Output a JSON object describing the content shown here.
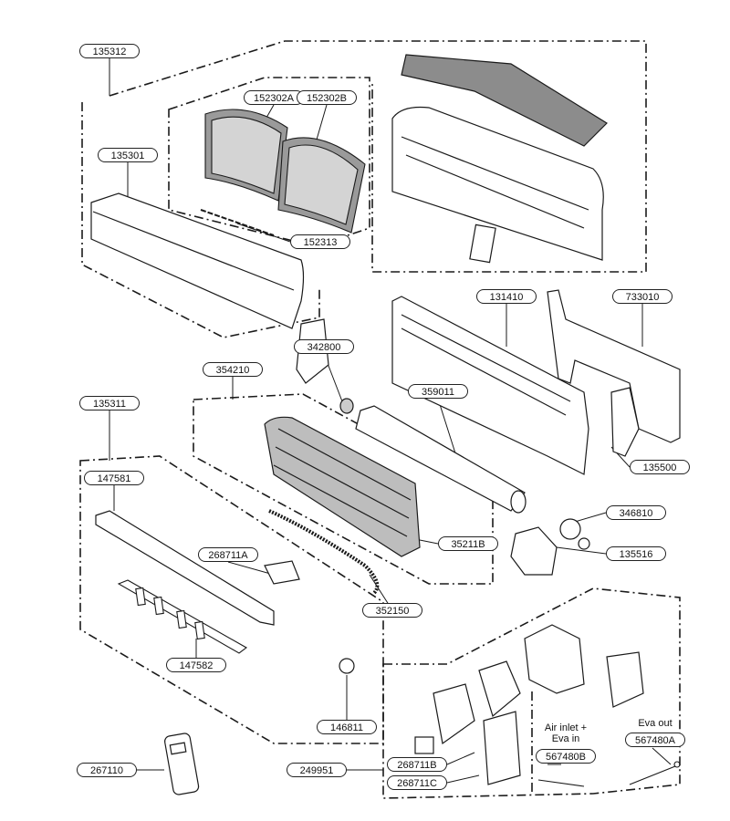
{
  "parts": {
    "p135312": "135312",
    "p152302A": "152302A",
    "p152302B": "152302B",
    "p135301": "135301",
    "p152313": "152313",
    "p131410": "131410",
    "p733010": "733010",
    "p342800": "342800",
    "p354210": "354210",
    "p359011": "359011",
    "p135311": "135311",
    "p135500": "135500",
    "p147581": "147581",
    "p346810": "346810",
    "p352113": "35211B",
    "p268711A": "268711A",
    "p135516": "135516",
    "p352150": "352150",
    "p147582": "147582",
    "p146811": "146811",
    "p267110": "267110",
    "p249951": "249951",
    "p268711B": "268711B",
    "p268711C": "268711C",
    "p567480B": "567480B",
    "p567480A": "567480A"
  },
  "notes": {
    "air_inlet_l1": "Air inlet +",
    "air_inlet_l2": "Eva in",
    "eva_out": "Eva out"
  },
  "colors": {
    "line": "#1a1a1a",
    "coil_fill": "#bdbdbd",
    "background": "#ffffff"
  }
}
